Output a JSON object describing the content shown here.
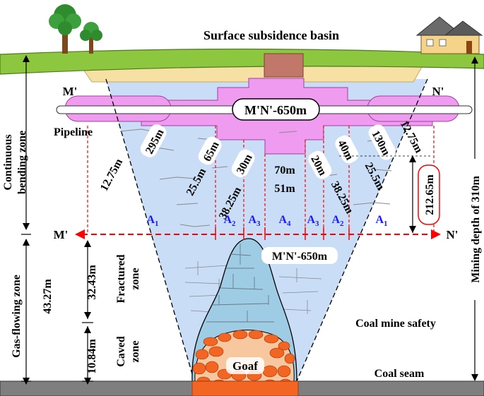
{
  "title": "Surface subsidence basin",
  "pipe_label": "M'N'-650m",
  "pipeline_label": "Pipeline",
  "corner_left": "M'",
  "corner_right": "N'",
  "axis_left": "M'",
  "axis_right": "N'",
  "mound_label": "M'N'-650m",
  "goaf_label": "Goaf",
  "coal_seam_label": "Coal seam",
  "coal_mine_label": "Coal mine safety",
  "fractured_label": [
    "Fractured",
    "zone"
  ],
  "caved_label": [
    "Caved",
    "zone"
  ],
  "left_zone_bending": [
    "Continuous",
    "bending zone"
  ],
  "left_zone_gas": "Gas-flowing zone",
  "gas_height": "43.27m",
  "fractured_height": "32.43m",
  "caved_height": "10.84m",
  "mining_depth": "Mining depth of 310m",
  "height_212": "212.65m",
  "segments_top": [
    "295m",
    "65m",
    "30m",
    "20m",
    "40m",
    "130m"
  ],
  "segments_diag": [
    "12.75m",
    "25.5m",
    "38.25m",
    "38.25m",
    "25.5m",
    "12.75m"
  ],
  "center_top": "70m",
  "center_bottom": "51m",
  "area_labels": [
    "A1",
    "A2",
    "A3",
    "A4",
    "A3",
    "A2",
    "A1"
  ],
  "area_base": "A",
  "area_subs": [
    "1",
    "2",
    "3",
    "4",
    "3",
    "2",
    "1"
  ],
  "colors": {
    "ground_green": "#8cc63f",
    "sand": "#f5dfa0",
    "pipe_pink": "#ee99ee",
    "wedge_blue": "#c7dcf5",
    "goaf_orange": "#f26522",
    "axis_red": "#ff0000",
    "seam_gray": "#7f7f7f"
  }
}
